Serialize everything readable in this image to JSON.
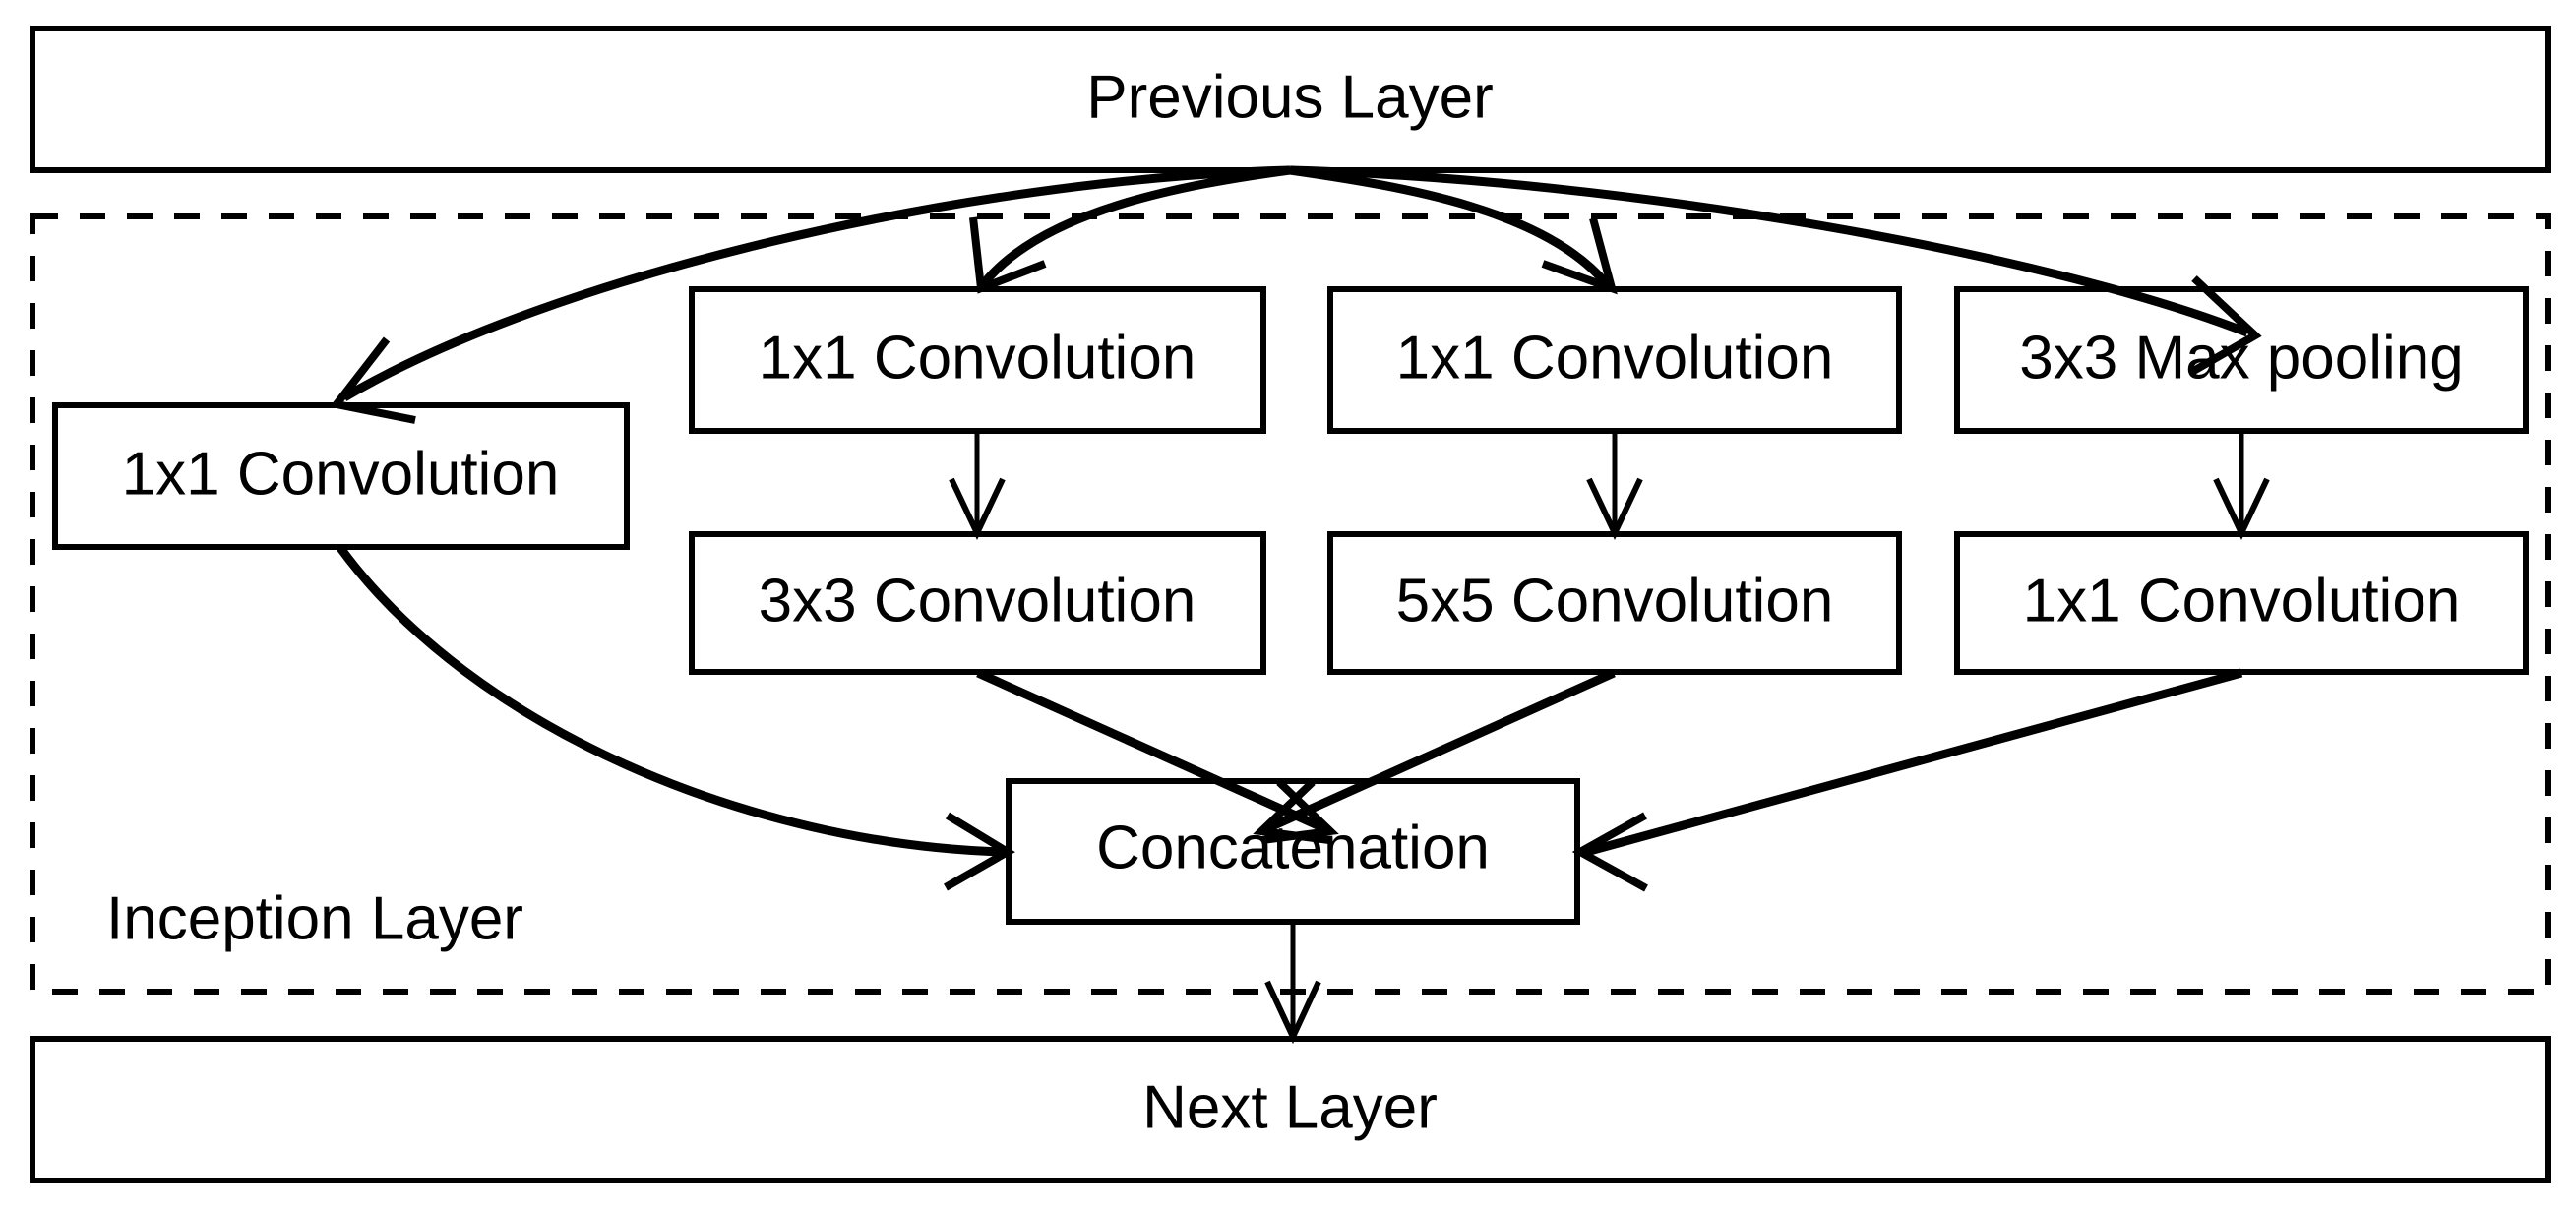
{
  "diagram": {
    "title": "Inception Layer module",
    "colors": {
      "stroke": "#000000",
      "fill": "#ffffff",
      "background": "#ffffff"
    },
    "outer_blocks": {
      "previous_layer": "Previous Layer",
      "next_layer": "Next Layer"
    },
    "group": {
      "label": "Inception Layer",
      "border_style": "dashed"
    },
    "nodes": {
      "branch1_conv1x1": "1x1 Convolution",
      "branch2_conv1x1": "1x1 Convolution",
      "branch2_conv3x3": "3x3 Convolution",
      "branch3_conv1x1": "1x1 Convolution",
      "branch3_conv5x5": "5x5 Convolution",
      "branch4_maxpool": "3x3 Max pooling",
      "branch4_conv1x1": "1x1 Convolution",
      "concatenation": "Concatenation"
    },
    "edges": [
      {
        "from": "Previous Layer",
        "to": "1x1 Convolution",
        "style": "curved"
      },
      {
        "from": "Previous Layer",
        "to": "1x1 Convolution",
        "style": "curved"
      },
      {
        "from": "Previous Layer",
        "to": "1x1 Convolution",
        "style": "curved"
      },
      {
        "from": "Previous Layer",
        "to": "3x3 Max pooling",
        "style": "curved"
      },
      {
        "from": "1x1 Convolution",
        "to": "3x3 Convolution",
        "style": "straight"
      },
      {
        "from": "1x1 Convolution",
        "to": "5x5 Convolution",
        "style": "straight"
      },
      {
        "from": "3x3 Max pooling",
        "to": "1x1 Convolution",
        "style": "straight"
      },
      {
        "from": "1x1 Convolution",
        "to": "Concatenation",
        "style": "curved"
      },
      {
        "from": "3x3 Convolution",
        "to": "Concatenation",
        "style": "straight"
      },
      {
        "from": "5x5 Convolution",
        "to": "Concatenation",
        "style": "straight"
      },
      {
        "from": "1x1 Convolution",
        "to": "Concatenation",
        "style": "straight"
      },
      {
        "from": "Concatenation",
        "to": "Next Layer",
        "style": "straight"
      }
    ]
  }
}
